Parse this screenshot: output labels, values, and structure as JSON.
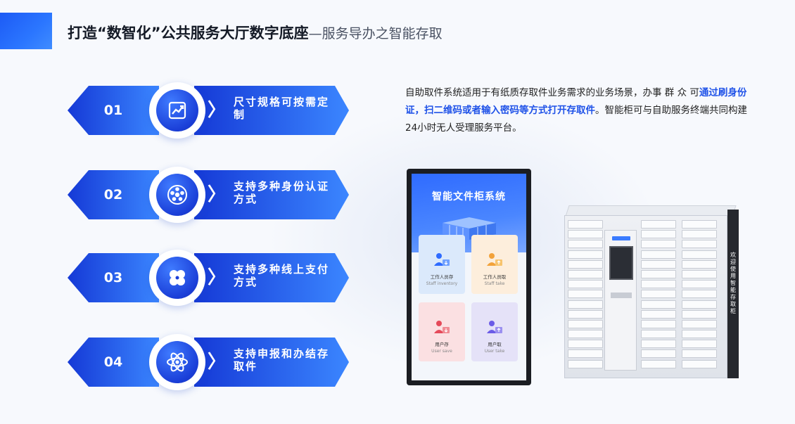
{
  "header": {
    "title_main": "打造“数智化”公共服务大厅数字底座",
    "title_sub": "—服务导办之智能存取"
  },
  "features": [
    {
      "num": "01",
      "label": "尺寸规格可按需定制",
      "icon": "growth-chart-icon"
    },
    {
      "num": "02",
      "label": "支持多种身份认证方式",
      "icon": "dots-circle-icon"
    },
    {
      "num": "03",
      "label": "支持多种线上支付方式",
      "icon": "four-leaf-icon"
    },
    {
      "num": "04",
      "label": "支持申报和办结存取件",
      "icon": "atom-icon"
    }
  ],
  "description": {
    "part1": "自助取件系统适用于有纸质存取件业务需求的业务场景，办事 群 众 可",
    "highlight": "通过刷身份证，扫二维码或者输入密码等方式打开存取件",
    "part2": "。智能柜可与自助服务终端共同构建24小时无人受理服务平台。"
  },
  "tablet": {
    "screen_title": "智能文件柜系统",
    "cards": [
      {
        "cn": "工作人员存",
        "en": "Staff inventory",
        "icon": "staff-store-icon"
      },
      {
        "cn": "工作人员取",
        "en": "Staff take",
        "icon": "staff-take-icon"
      },
      {
        "cn": "用户存",
        "en": "User save",
        "icon": "user-store-icon"
      },
      {
        "cn": "用户取",
        "en": "User take",
        "icon": "user-take-icon"
      }
    ]
  },
  "cabinet": {
    "side_text": "欢迎使用智能存取柜"
  },
  "colors": {
    "accent": "#1f52e8",
    "arrow_gradient_start": "#1539d6",
    "arrow_gradient_end": "#3b86ff"
  }
}
